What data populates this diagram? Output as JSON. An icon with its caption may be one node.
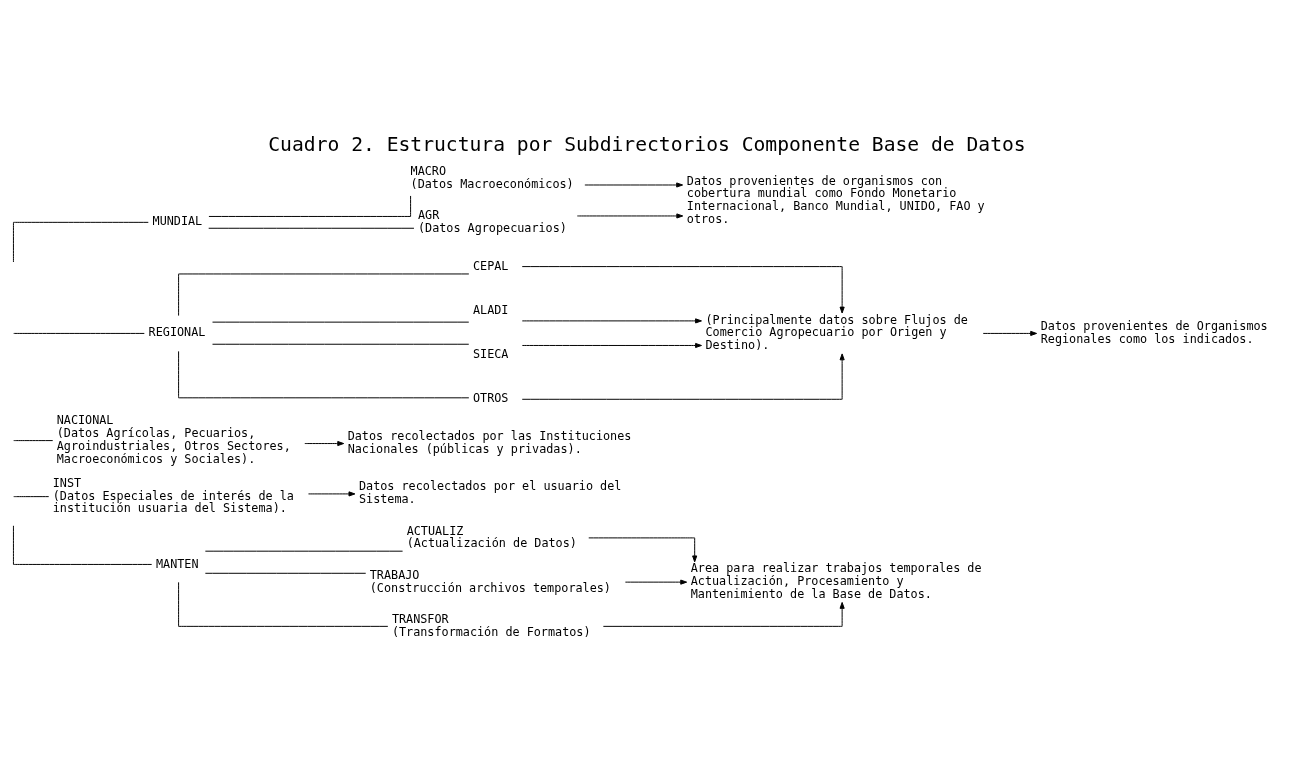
{
  "diagram": {
    "title": "Cuadro 2. Estructura por Subdirectorios Componente Base de Datos",
    "nodes": [
      {
        "text": [
          "MUNDIAL"
        ]
      },
      {
        "text": [
          "MACRO",
          "(Datos Macroeconómicos)"
        ]
      },
      {
        "text": [
          "AGR",
          "(Datos Agropecuarios)"
        ]
      },
      {
        "text": [
          "Datos provenientes de organismos con cobertura mundial como Fondo Monetario Internacional, Banco Mundial, UNIDO, FAO y otros."
        ]
      },
      {
        "text": [
          "REGIONAL"
        ]
      },
      {
        "text": [
          "CEPAL"
        ]
      },
      {
        "text": [
          "ALADI"
        ]
      },
      {
        "text": [
          "SIECA"
        ]
      },
      {
        "text": [
          "OTROS"
        ]
      },
      {
        "text": [
          "(Principalmente datos sobre Flujos de Comercio Agropecuario por Origen y Destino)."
        ]
      },
      {
        "text": [
          "Datos provenientes de Organismos Regionales como los indicados."
        ]
      },
      {
        "text": [
          "NACIONAL",
          "(Datos Agrícolas, Pecuarios, Agroindustriales, Otros Sectores, Macroeconómicos y Sociales)."
        ]
      },
      {
        "text": [
          "Datos recolectados por las Instituciones Nacionales (públicas y privadas)."
        ]
      },
      {
        "text": [
          "INST",
          "(Datos Especiales de interés de la institución usuaria del Sistema)."
        ]
      },
      {
        "text": [
          "Datos recolectados por el usuario del Sistema."
        ]
      },
      {
        "text": [
          "MANTEN"
        ]
      },
      {
        "text": [
          "ACTUALIZ",
          "(Actualización de Datos)"
        ]
      },
      {
        "text": [
          "TRABAJO",
          "(Construcción archivos temporales)"
        ]
      },
      {
        "text": [
          "TRANSFOR",
          "(Transformación de Formatos)"
        ]
      },
      {
        "text": [
          "Area para realizar trabajos temporales de Actualización, Procesamiento y Mantenimiento de la Base de Datos."
        ]
      }
    ],
    "edges": [
      {
        "from": null,
        "to": 0,
        "arrow": "none"
      },
      {
        "from": null,
        "to": 4,
        "arrow": "none"
      },
      {
        "from": null,
        "to": 11,
        "arrow": "none"
      },
      {
        "from": null,
        "to": 13,
        "arrow": "none"
      },
      {
        "from": null,
        "to": 15,
        "arrow": "none"
      },
      {
        "from": 0,
        "to": 1,
        "arrow": "none"
      },
      {
        "from": 0,
        "to": 2,
        "arrow": "none"
      },
      {
        "from": 1,
        "to": 3,
        "arrow": "to"
      },
      {
        "from": 2,
        "to": 3,
        "arrow": "to"
      },
      {
        "from": 4,
        "to": 5,
        "arrow": "none"
      },
      {
        "from": 4,
        "to": 6,
        "arrow": "none"
      },
      {
        "from": 4,
        "to": 7,
        "arrow": "none"
      },
      {
        "from": 4,
        "to": 8,
        "arrow": "none"
      },
      {
        "from": 5,
        "to": 9,
        "arrow": "to"
      },
      {
        "from": 6,
        "to": 9,
        "arrow": "to"
      },
      {
        "from": 7,
        "to": 9,
        "arrow": "to"
      },
      {
        "from": 8,
        "to": 9,
        "arrow": "to"
      },
      {
        "from": 9,
        "to": 10,
        "arrow": "to"
      },
      {
        "from": 11,
        "to": 12,
        "arrow": "to"
      },
      {
        "from": 13,
        "to": 14,
        "arrow": "to"
      },
      {
        "from": 15,
        "to": 16,
        "arrow": "none"
      },
      {
        "from": 15,
        "to": 17,
        "arrow": "none"
      },
      {
        "from": 15,
        "to": 18,
        "arrow": "none"
      },
      {
        "from": 16,
        "to": 19,
        "arrow": "to"
      },
      {
        "from": 17,
        "to": 19,
        "arrow": "to"
      },
      {
        "from": 18,
        "to": 19,
        "arrow": "to"
      }
    ]
  }
}
